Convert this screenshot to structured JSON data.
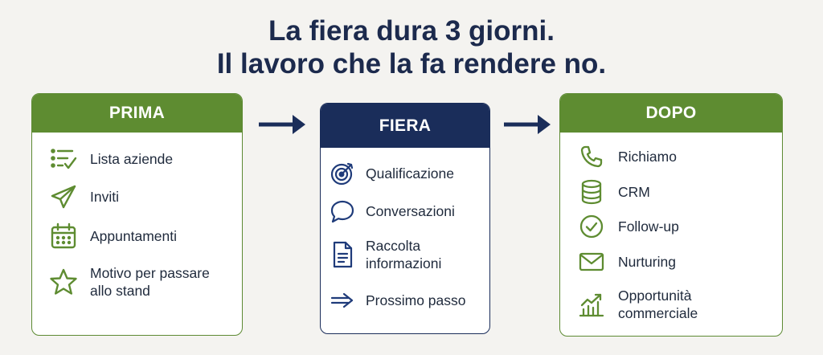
{
  "title": {
    "line1": "La fiera dura 3 giorni.",
    "line2": "Il lavoro che la fa rendere no."
  },
  "colors": {
    "green": "#5e8c31",
    "navy": "#1a2d5a",
    "text": "#1c2a4d"
  },
  "cards": {
    "prima": {
      "heading": "PRIMA",
      "items": [
        {
          "label": "Lista aziende",
          "icon": "checklist-icon"
        },
        {
          "label": "Inviti",
          "icon": "paper-plane-icon"
        },
        {
          "label": "Appuntamenti",
          "icon": "calendar-icon"
        },
        {
          "label": "Motivo per passare\nallo stand",
          "icon": "star-icon"
        }
      ]
    },
    "fiera": {
      "heading": "FIERA",
      "items": [
        {
          "label": "Qualificazione",
          "icon": "target-icon"
        },
        {
          "label": "Conversazioni",
          "icon": "speech-bubble-icon"
        },
        {
          "label": "Raccolta\ninformazioni",
          "icon": "document-icon"
        },
        {
          "label": "Prossimo passo",
          "icon": "arrow-right-icon"
        }
      ]
    },
    "dopo": {
      "heading": "DOPO",
      "items": [
        {
          "label": "Richiamo",
          "icon": "phone-icon"
        },
        {
          "label": "CRM",
          "icon": "database-icon"
        },
        {
          "label": "Follow-up",
          "icon": "check-circle-icon"
        },
        {
          "label": "Nurturing",
          "icon": "envelope-icon"
        },
        {
          "label": "Opportunità\ncommerciale",
          "icon": "growth-chart-icon"
        }
      ]
    }
  }
}
